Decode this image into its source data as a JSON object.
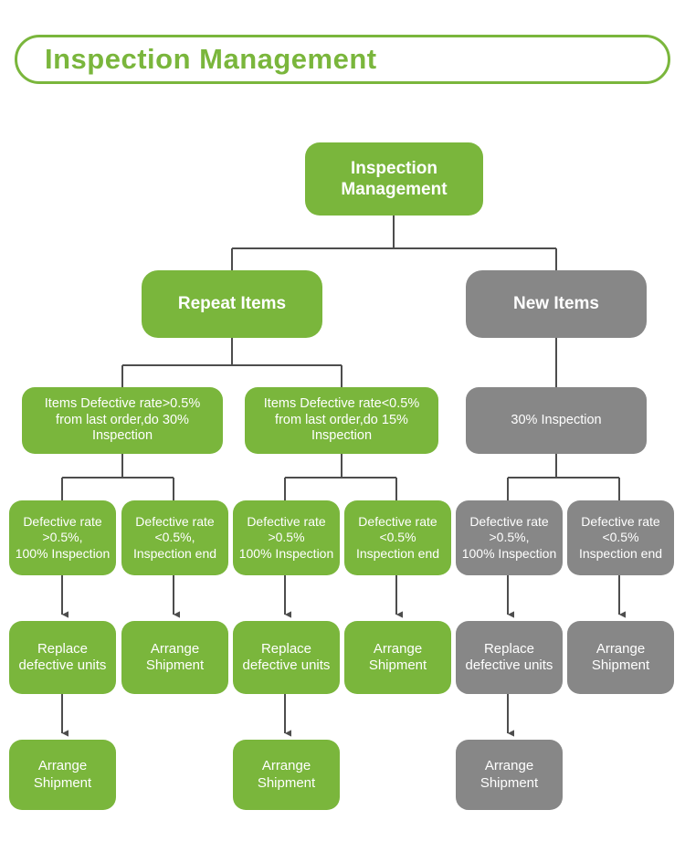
{
  "header": {
    "title": "Inspection Management",
    "border_color": "#7ab63c",
    "text_color": "#7ab63c"
  },
  "theme": {
    "green": "#7ab63c",
    "gray": "#878787",
    "connector": "#4d4d4d",
    "node_text": "#ffffff",
    "background": "#ffffff"
  },
  "diagram": {
    "type": "flowchart",
    "orientation": "top-down",
    "levels": [
      {
        "level": 1,
        "name": "root",
        "nodes": [
          {
            "id": "root",
            "label": "Inspection\nManagement",
            "color": "green"
          }
        ]
      },
      {
        "level": 2,
        "name": "item-type",
        "nodes": [
          {
            "id": "repeat-items",
            "label": "Repeat Items",
            "color": "green"
          },
          {
            "id": "new-items",
            "label": "New Items",
            "color": "gray"
          }
        ]
      },
      {
        "level": 3,
        "name": "inspection-rule",
        "nodes": [
          {
            "id": "rule-1",
            "label": "Items Defective rate>0.5%\nfrom last order,do 30%\nInspection",
            "color": "green"
          },
          {
            "id": "rule-2",
            "label": "Items Defective rate<0.5%\nfrom last order,do 15%\nInspection",
            "color": "green"
          },
          {
            "id": "rule-3",
            "label": "30% Inspection",
            "color": "gray"
          }
        ]
      },
      {
        "level": 4,
        "name": "inspection-result",
        "nodes": [
          {
            "id": "result-1",
            "label": "Defective rate\n>0.5%,\n100% Inspection",
            "color": "green"
          },
          {
            "id": "result-2",
            "label": "Defective rate\n<0.5%,\nInspection end",
            "color": "green"
          },
          {
            "id": "result-3",
            "label": "Defective rate\n>0.5%\n100% Inspection",
            "color": "green"
          },
          {
            "id": "result-4",
            "label": "Defective rate\n<0.5%\nInspection end",
            "color": "green"
          },
          {
            "id": "result-5",
            "label": "Defective rate\n>0.5%,\n100% Inspection",
            "color": "gray"
          },
          {
            "id": "result-6",
            "label": "Defective rate\n<0.5%\nInspection end",
            "color": "gray"
          }
        ]
      },
      {
        "level": 5,
        "name": "action",
        "nodes": [
          {
            "id": "action-1",
            "label": "Replace\ndefective units",
            "color": "green"
          },
          {
            "id": "action-2",
            "label": "Arrange\nShipment",
            "color": "green"
          },
          {
            "id": "action-3",
            "label": "Replace\ndefective units",
            "color": "green"
          },
          {
            "id": "action-4",
            "label": "Arrange\nShipment",
            "color": "green"
          },
          {
            "id": "action-5",
            "label": "Replace\ndefective units",
            "color": "gray"
          },
          {
            "id": "action-6",
            "label": "Arrange\nShipment",
            "color": "gray"
          }
        ]
      },
      {
        "level": 6,
        "name": "final",
        "nodes": [
          {
            "id": "final-1",
            "label": "Arrange\nShipment",
            "color": "green"
          },
          {
            "id": "final-2",
            "label": "Arrange\nShipment",
            "color": "green"
          },
          {
            "id": "final-3",
            "label": "Arrange\nShipment",
            "color": "gray"
          }
        ]
      }
    ]
  }
}
